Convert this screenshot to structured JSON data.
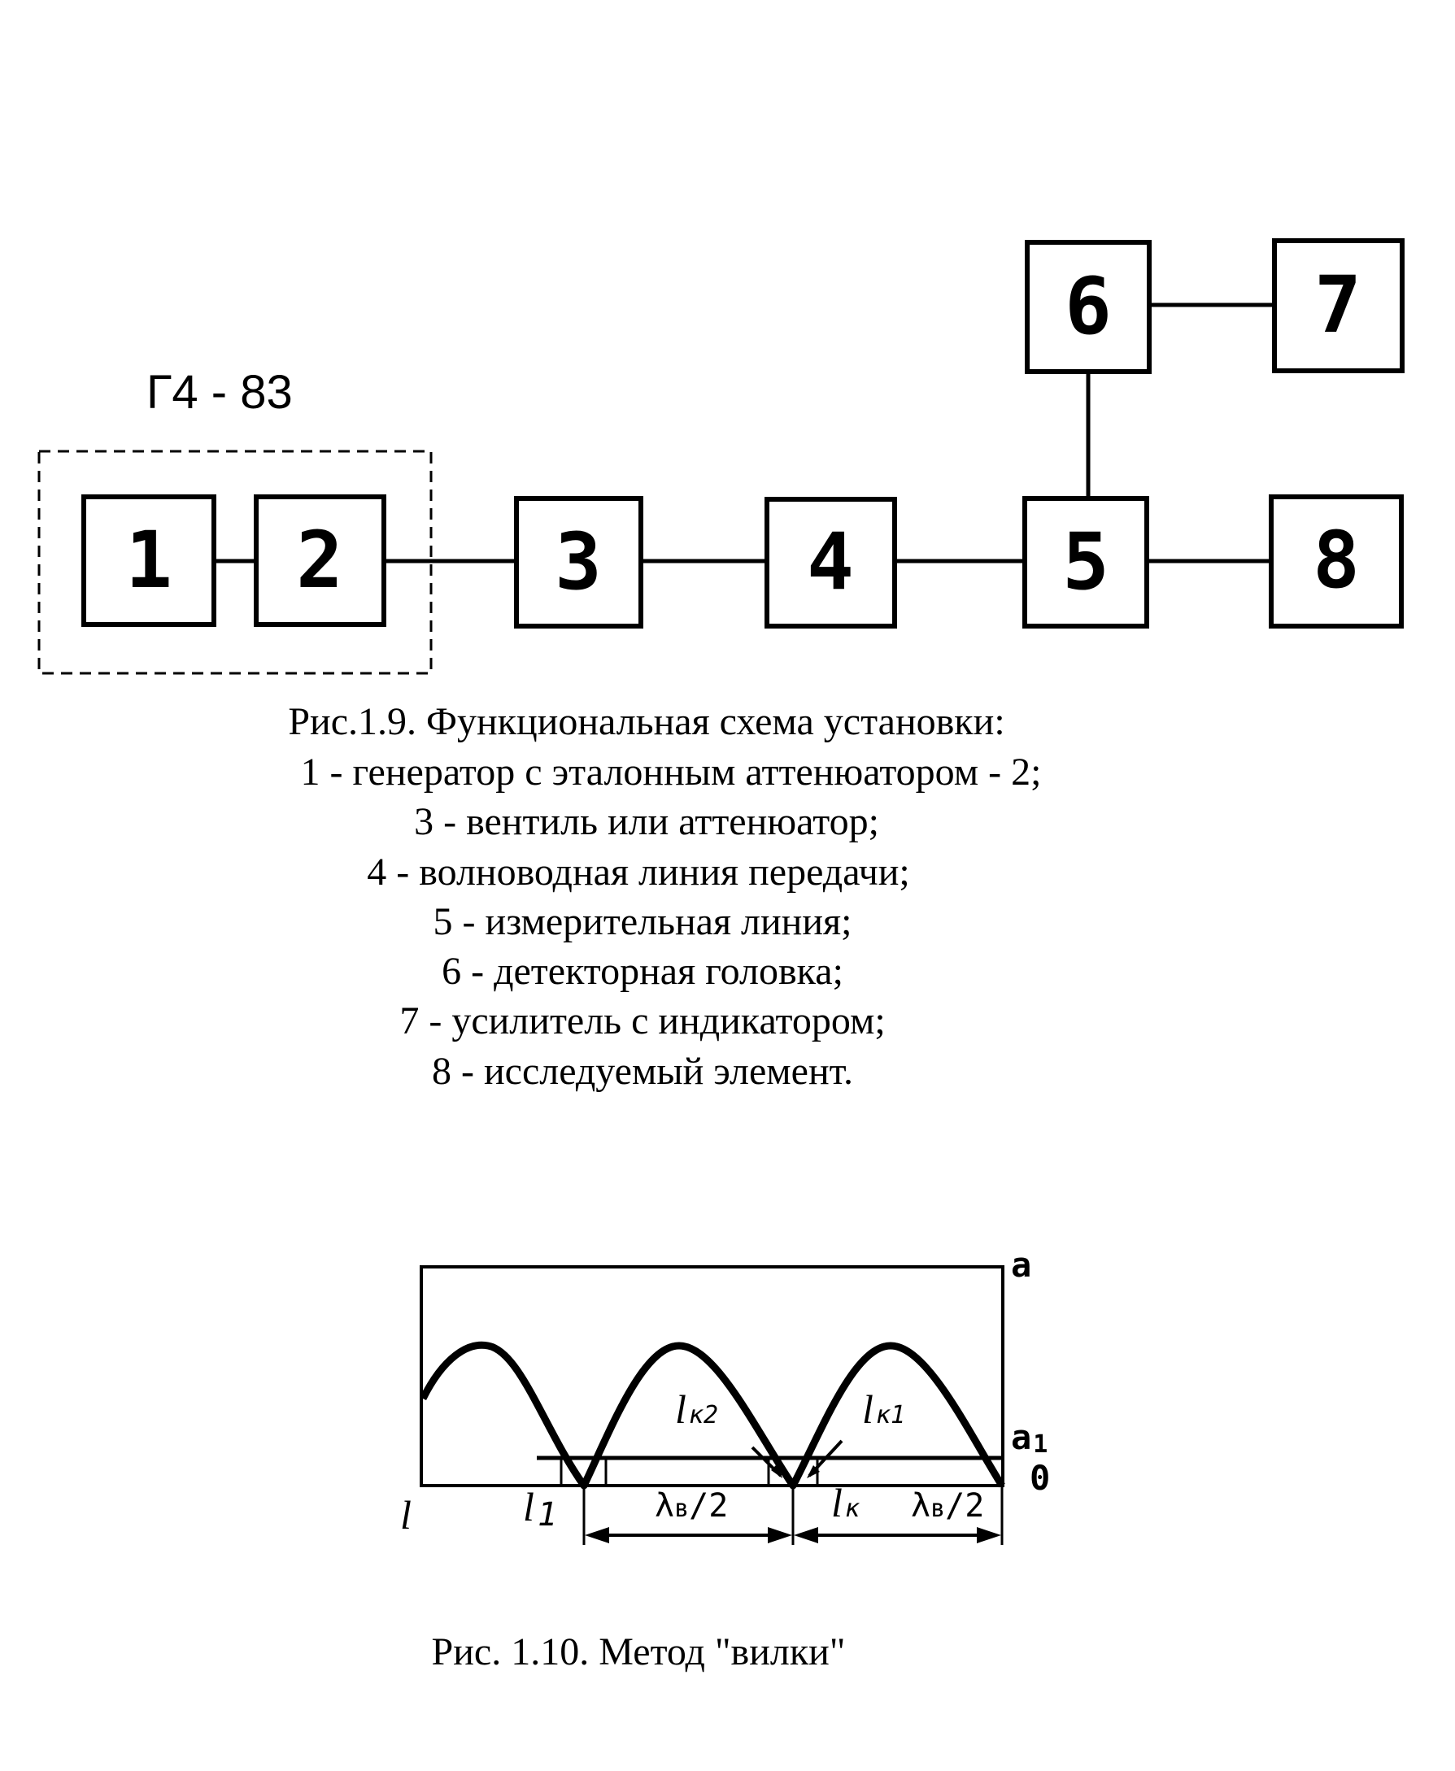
{
  "diagram1": {
    "group_label": "Г4 - 83",
    "blocks": [
      {
        "id": "1",
        "label": "1"
      },
      {
        "id": "2",
        "label": "2"
      },
      {
        "id": "3",
        "label": "3"
      },
      {
        "id": "4",
        "label": "4"
      },
      {
        "id": "5",
        "label": "5"
      },
      {
        "id": "6",
        "label": "6"
      },
      {
        "id": "7",
        "label": "7"
      },
      {
        "id": "8",
        "label": "8"
      }
    ],
    "caption": [
      "Рис.1.9. Функциональная схема установки:",
      "1 - генератор  с  эталонным  аттенюатором - 2;",
      "3 - вентиль или аттенюатор;",
      "4 - волноводная линия передачи;",
      "5 - измерительная линия;",
      "6 - детекторная головка;",
      "7 - усилитель с индикатором;",
      "8 - исследуемый элемент."
    ]
  },
  "diagram2": {
    "axis_top": "a",
    "axis_a1": "a",
    "axis_a1_sub": "1",
    "axis_zero": "0",
    "axis_l": "l",
    "l1": "l",
    "l1_sub": "1",
    "lk2": "l",
    "lk2_sub": "к2",
    "lk1": "l",
    "lk1_sub": "к1",
    "lk": "l",
    "lk_sub": "к",
    "half_wave_left": "λ",
    "half_wave_left_sub": "в",
    "half_wave_left_tail": "/2",
    "half_wave_right": "λ",
    "half_wave_right_sub": "в",
    "half_wave_right_tail": "/2",
    "caption": "Рис. 1.10.  Метод  \"вилки\""
  }
}
